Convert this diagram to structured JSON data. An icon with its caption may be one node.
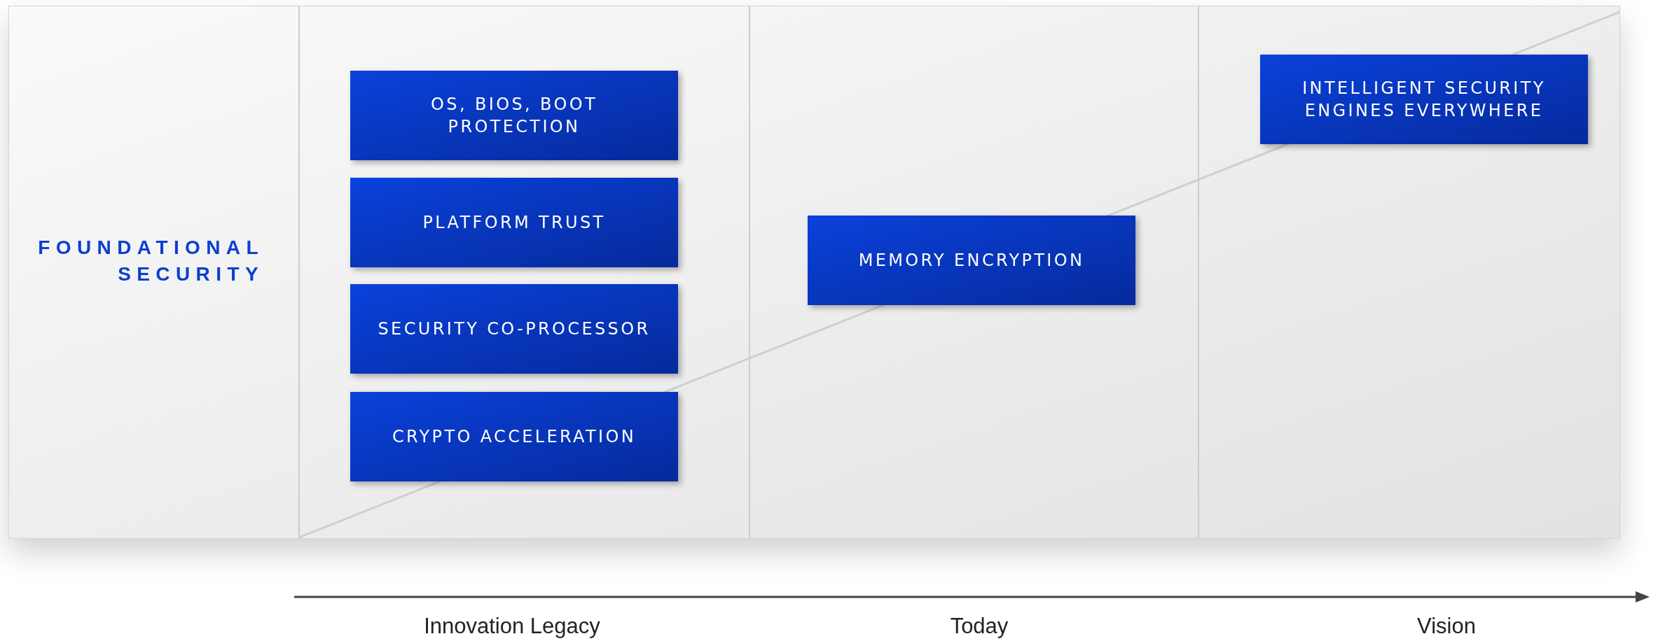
{
  "diagram": {
    "nodes": [
      {
        "text": [
          "OS, BIOS, BOOT PROTECTION"
        ]
      },
      {
        "text": [
          "PLATFORM TRUST"
        ]
      },
      {
        "text": [
          "SECURITY CO-PROCESSOR"
        ]
      },
      {
        "text": [
          "CRYPTO ACCELERATION"
        ]
      },
      {
        "text": [
          "MEMORY ENCRYPTION"
        ]
      },
      {
        "text": [
          "INTELLIGENT SECURITY ENGINES EVERYWHERE"
        ]
      }
    ],
    "labels": [
      "FOUNDATIONAL SECURITY",
      "Innovation Legacy",
      "Today",
      "Vision"
    ]
  }
}
